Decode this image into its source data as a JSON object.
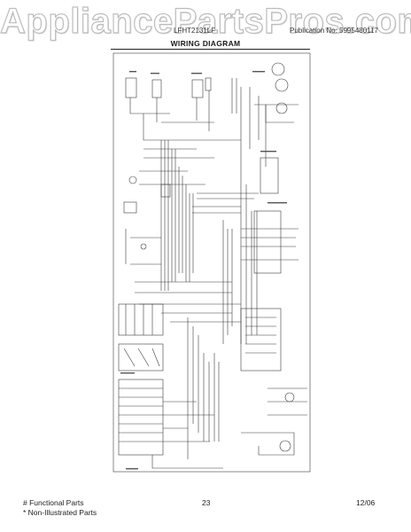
{
  "watermark": "AppliancePartsPros.com",
  "header": {
    "model": "LFHT2131LF",
    "publication": "Publication No: 5995480117"
  },
  "diagram_title": "WIRING DIAGRAM",
  "footer": {
    "legend_functional": "# Functional Parts",
    "legend_non_illustrated": "* Non-Illustrated Parts",
    "page_number": "23",
    "date": "12/06"
  },
  "colors": {
    "line": "#3a3a3a",
    "watermark_outline": "#bdbdbd",
    "background": "#ffffff"
  }
}
